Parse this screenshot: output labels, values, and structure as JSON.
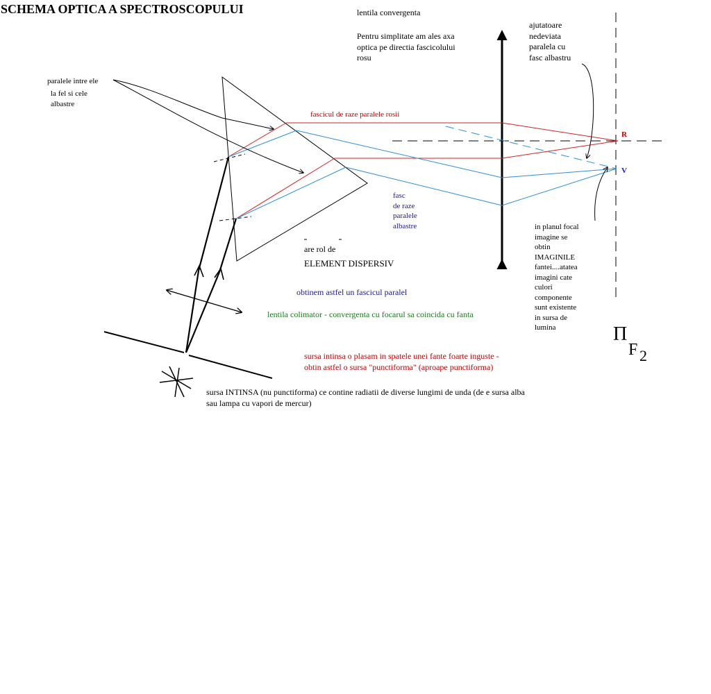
{
  "title": "SCHEMA OPTICA A SPECTROSCOPULUI",
  "annotations": {
    "lentila_convergenta": "lentila convergenta",
    "axa_optica": "Pentru simplitate am ales axa\noptica pe directia fascicolului\nrosu",
    "ajutatoare": "ajutatoare\nnedeviata\nparalela cu\nfasc albastru",
    "paralele_1": "paralele intre ele",
    "paralele_2": "la fel si cele\nalbastre",
    "fascicul_rosii": "fascicul de raze paralele rosii",
    "fasc_albastre": "fasc\nde raze\nparalele\nalbastre",
    "are_rol": "are rol de",
    "element_dispersiv": "ELEMENT DISPERSIV",
    "planul_focal": "in planul focal\nimagine  se\nobtin\nIMAGINILE\nfantei....atatea\nimagini cate\nculori\ncomponente\nsunt existente\nin sursa de\nlumina",
    "obtinem": "obtinem astfel un fascicul paralel",
    "colimator": "lentila colimator - convergenta cu focarul sa coincida cu fanta",
    "sursa_fanta": "sursa intinsa o plasam in spatele unei fante foarte inguste -\nobtin astfel o sursa \"punctiforma\" (aproape punctiforma)",
    "sursa_intinsa": "sursa INTINSA (nu punctiforma) ce contine radiatii de diverse lungimi de unda (de e sursa alba\nsau lampa cu vapori de mercur)",
    "label_R": "R",
    "label_V": "V",
    "pi": "Π",
    "f2": "F",
    "f2_sub": "2"
  },
  "colors": {
    "red": "#d42020",
    "blue": "#2a8fd8",
    "black": "#000000",
    "navy": "#1a1a8c",
    "green": "#1a7a1a"
  }
}
